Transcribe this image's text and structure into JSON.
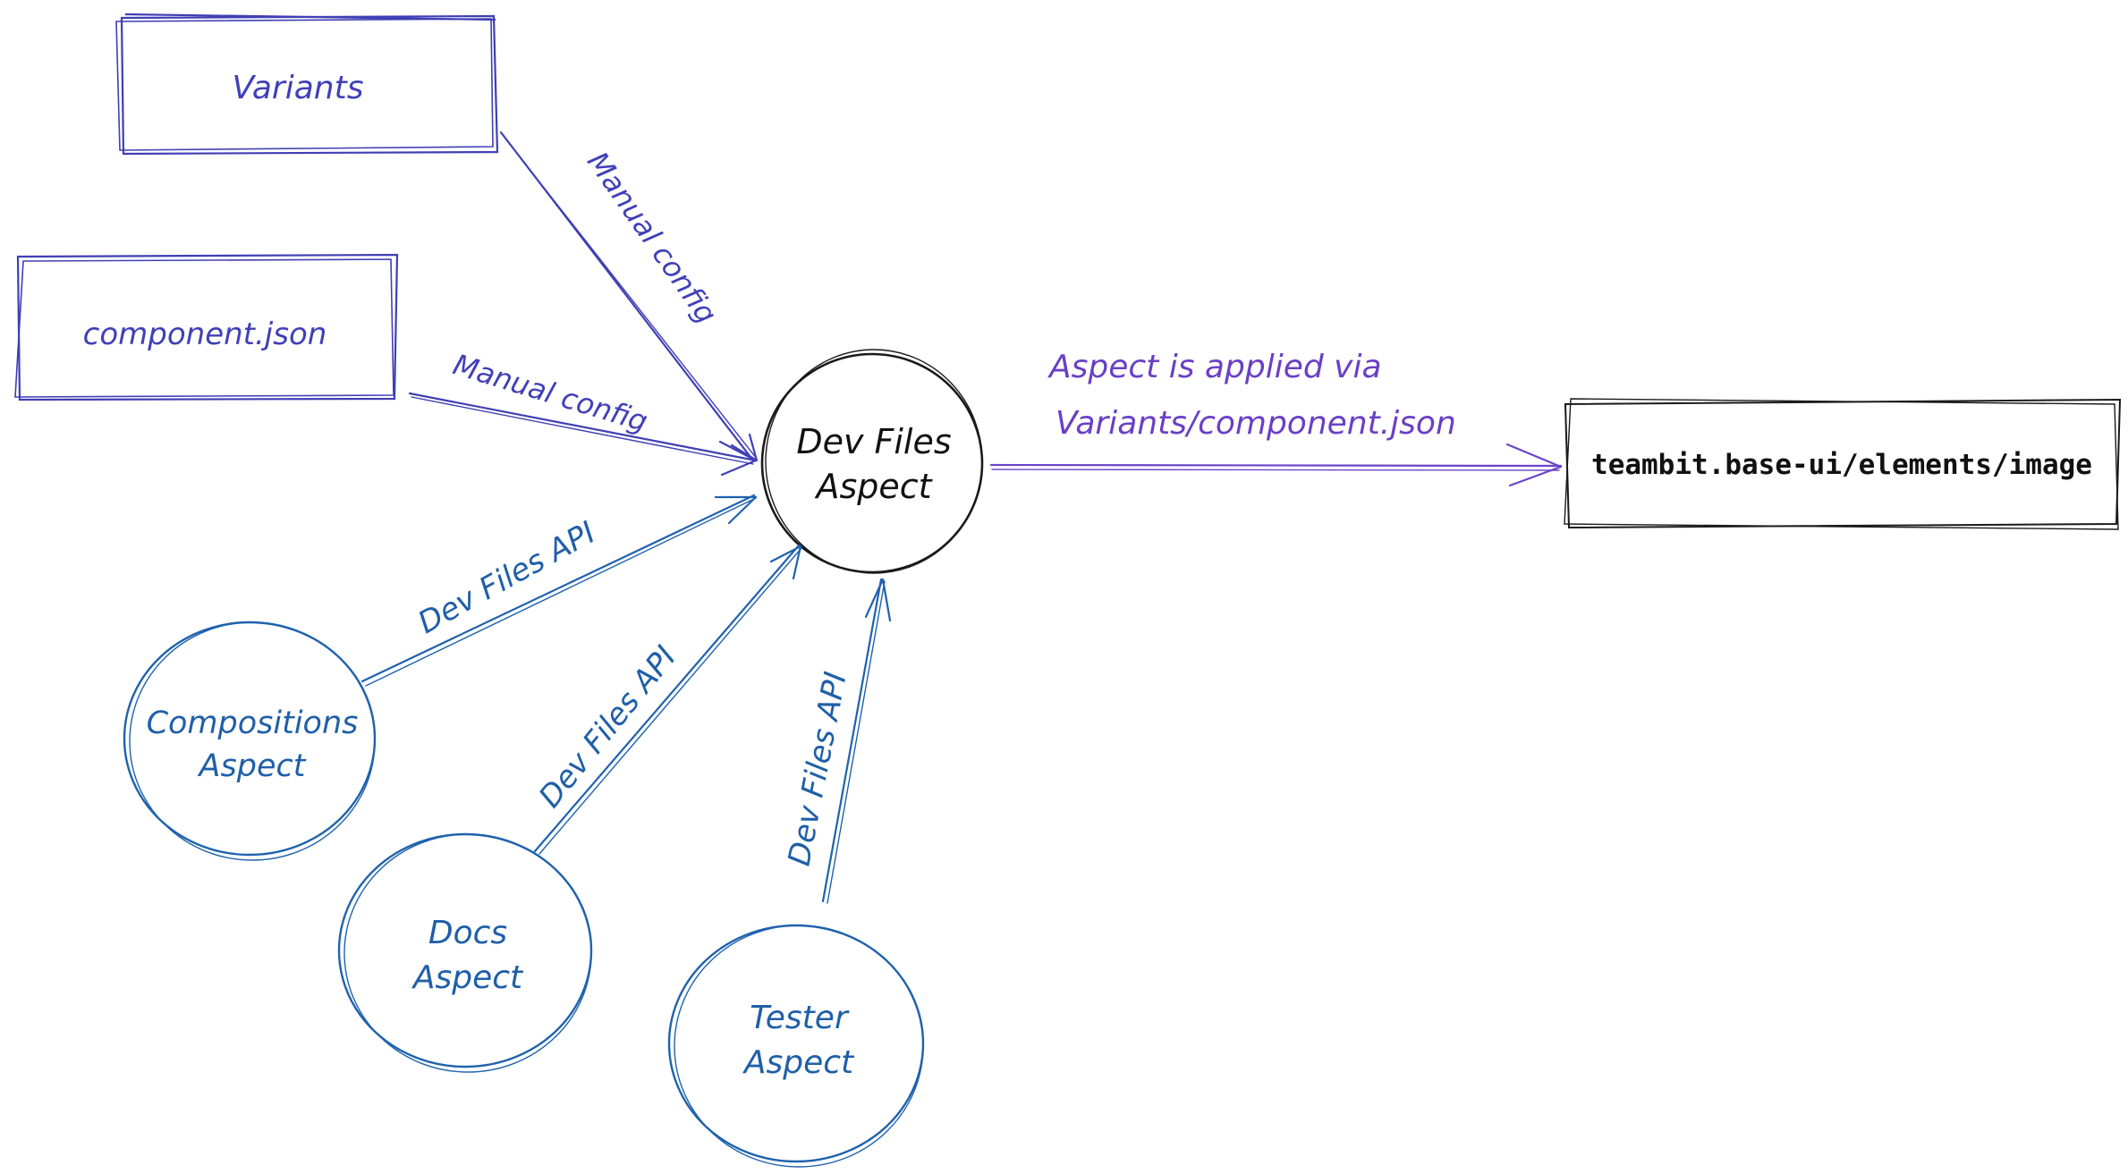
{
  "nodes": {
    "variants": {
      "label": "Variants"
    },
    "component_json": {
      "label": "component.json"
    },
    "dev_files_aspect": {
      "line1": "Dev Files",
      "line2": "Aspect"
    },
    "target_component": {
      "label": "teambit.base-ui/elements/image"
    },
    "compositions_aspect": {
      "line1": "Compositions",
      "line2": "Aspect"
    },
    "docs_aspect": {
      "line1": "Docs",
      "line2": "Aspect"
    },
    "tester_aspect": {
      "line1": "Tester",
      "line2": "Aspect"
    }
  },
  "edges": {
    "variants_to_devfiles": {
      "label": "Manual config"
    },
    "component_json_to_devfiles": {
      "label": "Manual config"
    },
    "compositions_to_devfiles": {
      "label": "Dev Files API"
    },
    "docs_to_devfiles": {
      "label": "Dev Files API"
    },
    "tester_to_devfiles": {
      "label": "Dev Files API"
    },
    "devfiles_to_target": {
      "line1": "Aspect is applied via",
      "line2": "Variants/component.json"
    }
  },
  "colors": {
    "config_ink": "#4040b8",
    "api_ink": "#1f5fa8",
    "apply_ink": "#6a3fc6",
    "core_ink": "#111111"
  }
}
